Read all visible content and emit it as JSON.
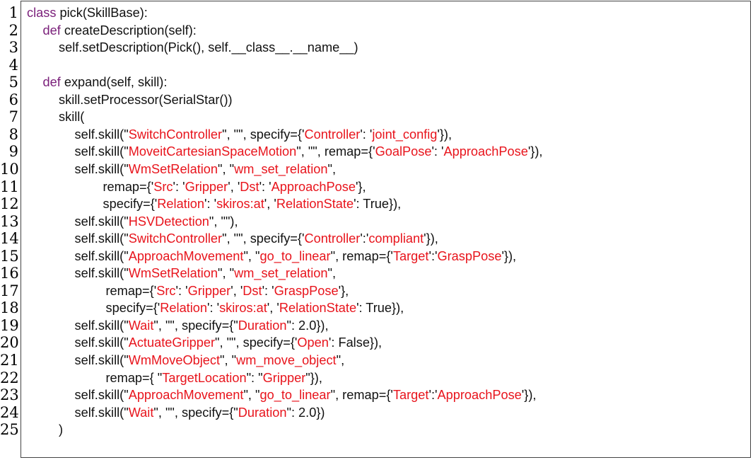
{
  "colors": {
    "keyword": "#7a1f7a",
    "string": "#e8141c",
    "text": "#111111",
    "border": "#444444"
  },
  "lines": [
    {
      "n": "1",
      "indent": 0,
      "tokens": [
        [
          "k",
          "class"
        ],
        [
          "p",
          " pick(SkillBase):"
        ]
      ]
    },
    {
      "n": "2",
      "indent": 1,
      "tokens": [
        [
          "k",
          "def"
        ],
        [
          "p",
          " createDescription(self):"
        ]
      ]
    },
    {
      "n": "3",
      "indent": 2,
      "tokens": [
        [
          "p",
          "self.setDescription(Pick(), self.__class__.__name__)"
        ]
      ]
    },
    {
      "n": "4",
      "indent": 0,
      "tokens": []
    },
    {
      "n": "5",
      "indent": 1,
      "tokens": [
        [
          "k",
          "def"
        ],
        [
          "p",
          " expand(self, skill):"
        ]
      ]
    },
    {
      "n": "6",
      "indent": 2,
      "tokens": [
        [
          "p",
          "skill.setProcessor(SerialStar())"
        ]
      ]
    },
    {
      "n": "7",
      "indent": 2,
      "tokens": [
        [
          "p",
          "skill("
        ]
      ]
    },
    {
      "n": "8",
      "indent": 3,
      "tokens": [
        [
          "p",
          "self.skill(\""
        ],
        [
          "s",
          "SwitchController"
        ],
        [
          "p",
          "\", \"\", specify={'"
        ],
        [
          "s",
          "Controller"
        ],
        [
          "p",
          "': '"
        ],
        [
          "s",
          "joint_config"
        ],
        [
          "p",
          "'}),"
        ]
      ]
    },
    {
      "n": "9",
      "indent": 3,
      "tokens": [
        [
          "p",
          "self.skill(\""
        ],
        [
          "s",
          "MoveitCartesianSpaceMotion"
        ],
        [
          "p",
          "\", \"\", remap={'"
        ],
        [
          "s",
          "GoalPose"
        ],
        [
          "p",
          "': '"
        ],
        [
          "s",
          "ApproachPose"
        ],
        [
          "p",
          "'}),"
        ]
      ]
    },
    {
      "n": "10",
      "indent": 3,
      "tokens": [
        [
          "p",
          "self.skill(\""
        ],
        [
          "s",
          "WmSetRelation"
        ],
        [
          "p",
          "\", \""
        ],
        [
          "s",
          "wm_set_relation"
        ],
        [
          "p",
          "\","
        ]
      ]
    },
    {
      "n": "11",
      "indent": 4,
      "tokens": [
        [
          "p",
          "remap={'"
        ],
        [
          "s",
          "Src"
        ],
        [
          "p",
          "': '"
        ],
        [
          "s",
          "Gripper"
        ],
        [
          "p",
          "', '"
        ],
        [
          "s",
          "Dst"
        ],
        [
          "p",
          "': '"
        ],
        [
          "s",
          "ApproachPose"
        ],
        [
          "p",
          "'},"
        ]
      ]
    },
    {
      "n": "12",
      "indent": 4,
      "tokens": [
        [
          "p",
          "specify={'"
        ],
        [
          "s",
          "Relation"
        ],
        [
          "p",
          "': '"
        ],
        [
          "s",
          "skiros:at"
        ],
        [
          "p",
          "', '"
        ],
        [
          "s",
          "RelationState"
        ],
        [
          "p",
          "': True}),"
        ]
      ]
    },
    {
      "n": "13",
      "indent": 3,
      "tokens": [
        [
          "p",
          "self.skill(\""
        ],
        [
          "s",
          "HSVDetection"
        ],
        [
          "p",
          "\", \"\"),"
        ]
      ]
    },
    {
      "n": "14",
      "indent": 3,
      "tokens": [
        [
          "p",
          "self.skill(\""
        ],
        [
          "s",
          "SwitchController"
        ],
        [
          "p",
          "\", \"\", specify={'"
        ],
        [
          "s",
          "Controller"
        ],
        [
          "p",
          "':'"
        ],
        [
          "s",
          "compliant"
        ],
        [
          "p",
          "'}),"
        ]
      ]
    },
    {
      "n": "15",
      "indent": 3,
      "tokens": [
        [
          "p",
          "self.skill(\""
        ],
        [
          "s",
          "ApproachMovement"
        ],
        [
          "p",
          "\", \""
        ],
        [
          "s",
          "go_to_linear"
        ],
        [
          "p",
          "\", remap={'"
        ],
        [
          "s",
          "Target"
        ],
        [
          "p",
          "':'"
        ],
        [
          "s",
          "GraspPose"
        ],
        [
          "p",
          "'}),"
        ]
      ]
    },
    {
      "n": "16",
      "indent": 3,
      "tokens": [
        [
          "p",
          "self.skill(\""
        ],
        [
          "s",
          "WmSetRelation"
        ],
        [
          "p",
          "\", \""
        ],
        [
          "s",
          "wm_set_relation"
        ],
        [
          "p",
          "\","
        ]
      ]
    },
    {
      "n": "17",
      "indent": 4.1,
      "tokens": [
        [
          "p",
          "remap={'"
        ],
        [
          "s",
          "Src"
        ],
        [
          "p",
          "': '"
        ],
        [
          "s",
          "Gripper"
        ],
        [
          "p",
          "', '"
        ],
        [
          "s",
          "Dst"
        ],
        [
          "p",
          "': '"
        ],
        [
          "s",
          "GraspPose"
        ],
        [
          "p",
          "'},"
        ]
      ]
    },
    {
      "n": "18",
      "indent": 4.1,
      "tokens": [
        [
          "p",
          "specify={'"
        ],
        [
          "s",
          "Relation"
        ],
        [
          "p",
          "': '"
        ],
        [
          "s",
          "skiros:at"
        ],
        [
          "p",
          "', '"
        ],
        [
          "s",
          "RelationState"
        ],
        [
          "p",
          "': True}),"
        ]
      ]
    },
    {
      "n": "19",
      "indent": 3,
      "tokens": [
        [
          "p",
          "self.skill(\""
        ],
        [
          "s",
          "Wait"
        ],
        [
          "p",
          "\", \"\", specify={\""
        ],
        [
          "s",
          "Duration"
        ],
        [
          "p",
          "\": 2.0}),"
        ]
      ]
    },
    {
      "n": "20",
      "indent": 3,
      "tokens": [
        [
          "p",
          "self.skill(\""
        ],
        [
          "s",
          "ActuateGripper"
        ],
        [
          "p",
          "\", \"\", specify={'"
        ],
        [
          "s",
          "Open"
        ],
        [
          "p",
          "': False}),"
        ]
      ]
    },
    {
      "n": "21",
      "indent": 3,
      "tokens": [
        [
          "p",
          "self.skill(\""
        ],
        [
          "s",
          "WmMoveObject"
        ],
        [
          "p",
          "\", \""
        ],
        [
          "s",
          "wm_move_object"
        ],
        [
          "p",
          "\","
        ]
      ]
    },
    {
      "n": "22",
      "indent": 4.1,
      "tokens": [
        [
          "p",
          "remap={ \""
        ],
        [
          "s",
          "TargetLocation"
        ],
        [
          "p",
          "\": \""
        ],
        [
          "s",
          "Gripper"
        ],
        [
          "p",
          "\"}),"
        ]
      ]
    },
    {
      "n": "23",
      "indent": 3,
      "tokens": [
        [
          "p",
          "self.skill(\""
        ],
        [
          "s",
          "ApproachMovement"
        ],
        [
          "p",
          "\", \""
        ],
        [
          "s",
          "go_to_linear"
        ],
        [
          "p",
          "\", remap={'"
        ],
        [
          "s",
          "Target"
        ],
        [
          "p",
          "':'"
        ],
        [
          "s",
          "ApproachPose"
        ],
        [
          "p",
          "'}),"
        ]
      ]
    },
    {
      "n": "24",
      "indent": 3,
      "tokens": [
        [
          "p",
          "self.skill(\""
        ],
        [
          "s",
          "Wait"
        ],
        [
          "p",
          "\", \"\", specify={\""
        ],
        [
          "s",
          "Duration"
        ],
        [
          "p",
          "\": 2.0})"
        ]
      ]
    },
    {
      "n": "25",
      "indent": 2,
      "tokens": [
        [
          "p",
          ")"
        ]
      ]
    }
  ]
}
